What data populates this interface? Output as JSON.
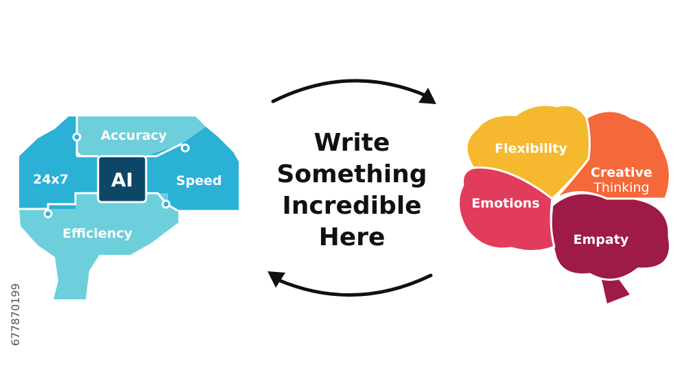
{
  "ai_brain": {
    "center": "AI",
    "labels": {
      "accuracy": "Accuracy",
      "uptime": "24x7",
      "speed": "Speed",
      "efficiency": "Efficiency"
    },
    "colors": {
      "light": "#6CCFDB",
      "mid": "#2BB0D6",
      "dark": "#1796CC",
      "chip": "#0E4667"
    }
  },
  "center_text": {
    "line1": "Write",
    "line2": "Something",
    "line3": "Incredible",
    "line4": "Here"
  },
  "human_brain": {
    "labels": {
      "flexibility": "Flexibility",
      "creative": "Creative",
      "thinking": "Thinking",
      "emotions": "Emotions",
      "empathy": "Empaty"
    },
    "colors": {
      "flexibility": "#F5B82E",
      "creative": "#F4683A",
      "emotions": "#E23C5D",
      "empathy": "#9E1A47"
    }
  },
  "arrows": {
    "top": "arrow-right-icon",
    "bottom": "arrow-left-icon"
  },
  "watermark_id": "677870199"
}
